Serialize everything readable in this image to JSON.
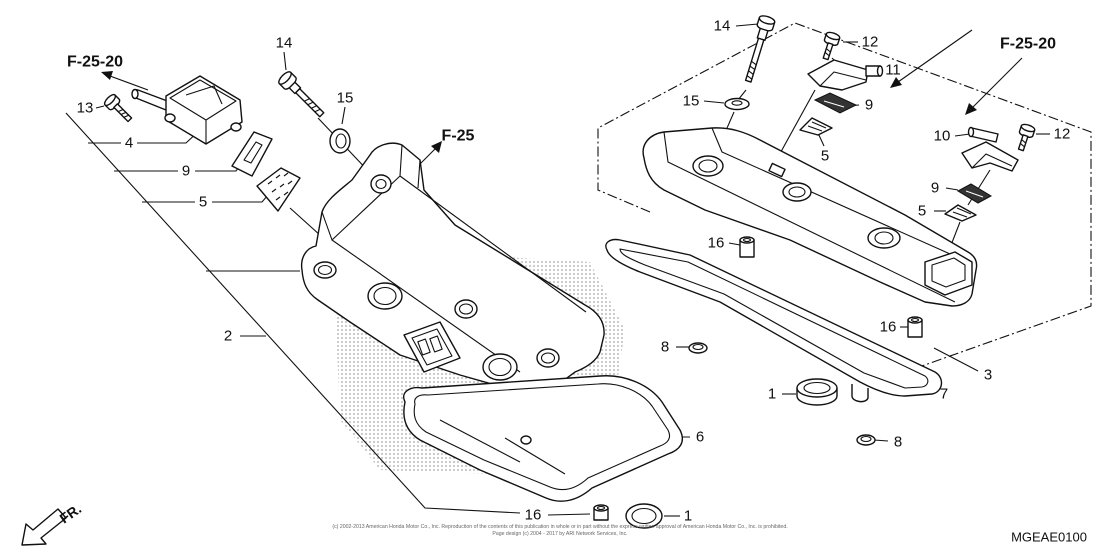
{
  "diagram": {
    "code": "MGEAE0100",
    "direction": "FR.",
    "refs": [
      "F-25-20",
      "F-25",
      "F-25-20"
    ],
    "callouts": [
      "13",
      "4",
      "9",
      "5",
      "14",
      "15",
      "2",
      "16",
      "1",
      "6",
      "14",
      "12",
      "11",
      "15",
      "9",
      "5",
      "10",
      "12",
      "9",
      "5",
      "16",
      "16",
      "8",
      "3",
      "1",
      "7",
      "8"
    ],
    "copyright": [
      "(c) 2002-2013 American Honda Motor Co., Inc. Reproduction of the contents of this publication in whole or in part without the express written approval of American Honda Motor Co., Inc. is prohibited.",
      "Page design (c) 2004 - 2017 by ARI Network Services, Inc."
    ]
  }
}
